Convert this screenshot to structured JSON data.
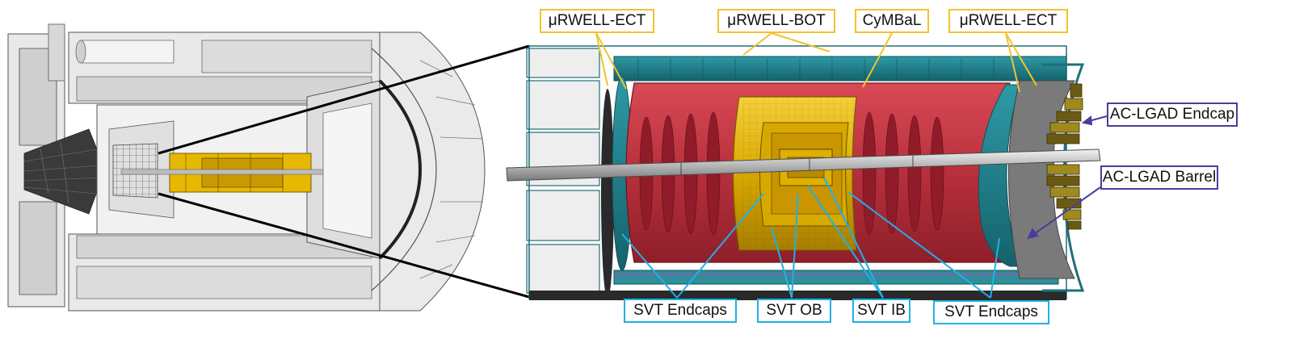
{
  "labels": {
    "urwell_ect_left": "μRWELL-ECT",
    "urwell_bot": "μRWELL-BOT",
    "cymbal": "CyMBaL",
    "urwell_ect_right": "μRWELL-ECT",
    "aclgad_endcap": "AC-LGAD Endcap",
    "aclgad_barrel": "AC-LGAD Barrel",
    "svt_endcaps_left": "SVT Endcaps",
    "svt_ob": "SVT OB",
    "svt_ib": "SVT IB",
    "svt_endcaps_right": "SVT Endcaps"
  },
  "colors": {
    "outer_label_border": "#f2c230",
    "svt_label_border": "#1fb1e6",
    "aclgad_label_border": "#4b3c9b",
    "cymbal_red": "#c8323f",
    "svt_gold": "#e6b800",
    "urwell_teal": "#1f8a95",
    "aclgad_dark": "#6a5a14"
  }
}
